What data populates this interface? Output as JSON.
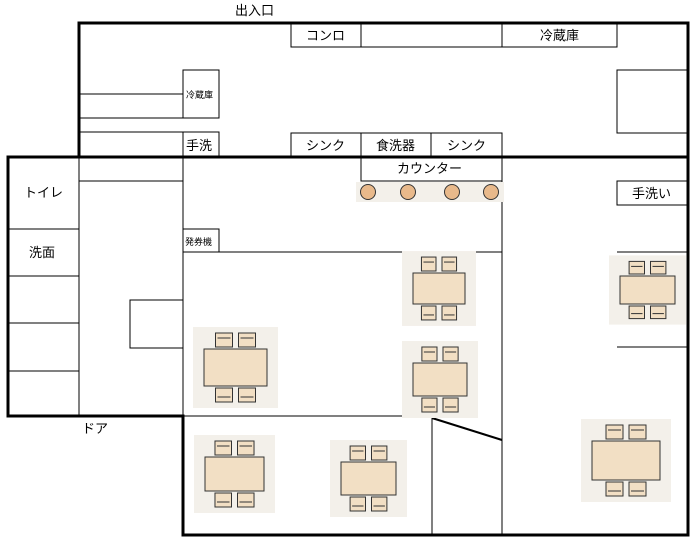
{
  "labels": {
    "entrance": "出入口",
    "stove": "コンロ",
    "fridge_large": "冷蔵庫",
    "fridge_small": "冷蔵庫",
    "handwash_kitchen": "手洗",
    "sink_left": "シンク",
    "dishwasher": "食洗器",
    "sink_right": "シンク",
    "counter": "カウンター",
    "handwash_hall": "手洗い",
    "toilet": "トイレ",
    "washroom": "洗面",
    "ticket_machine": "発券機",
    "door": "ドア"
  },
  "colors": {
    "wall": "#000000",
    "table": "#f2dfc4",
    "stool": "#e8b98b",
    "table_shadow": "#f3f0ea"
  },
  "tables": [
    {
      "id": "table-1",
      "seats": 4
    },
    {
      "id": "table-2",
      "seats": 4
    },
    {
      "id": "table-3",
      "seats": 4
    },
    {
      "id": "table-4",
      "seats": 4
    },
    {
      "id": "table-5",
      "seats": 4
    },
    {
      "id": "table-6",
      "seats": 4
    },
    {
      "id": "table-7",
      "seats": 4
    }
  ],
  "counter_stools": 4
}
